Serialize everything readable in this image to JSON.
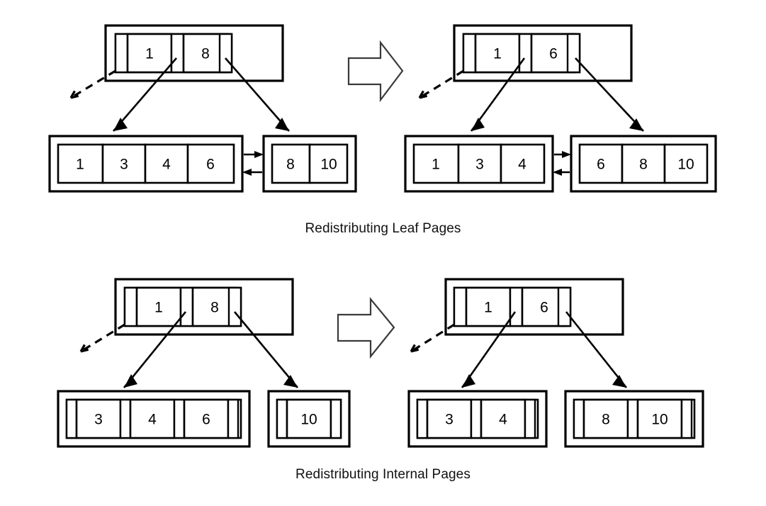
{
  "figure": {
    "kind": "b-plus-tree-redistribution-diagram",
    "panels": [
      {
        "id": "leaf-redistribution",
        "caption": "Redistributing Leaf Pages",
        "before": {
          "root": {
            "keys": [
              "1",
              "8"
            ],
            "pointer_slots": 3
          },
          "leaves": [
            {
              "id": "left-leaf",
              "keys": [
                "1",
                "3",
                "4",
                "6"
              ]
            },
            {
              "id": "right-leaf",
              "keys": [
                "8",
                "10"
              ]
            }
          ],
          "sibling_links": "bidirectional"
        },
        "after": {
          "root": {
            "keys": [
              "1",
              "6"
            ],
            "pointer_slots": 3
          },
          "leaves": [
            {
              "id": "left-leaf",
              "keys": [
                "1",
                "3",
                "4"
              ]
            },
            {
              "id": "right-leaf",
              "keys": [
                "6",
                "8",
                "10"
              ]
            }
          ],
          "sibling_links": "bidirectional"
        }
      },
      {
        "id": "internal-redistribution",
        "caption": "Redistributing Internal Pages",
        "before": {
          "root": {
            "keys": [
              "1",
              "8"
            ],
            "pointer_slots": 3
          },
          "children": [
            {
              "id": "left-internal",
              "keys": [
                "3",
                "4",
                "6"
              ]
            },
            {
              "id": "right-internal",
              "keys": [
                "10"
              ]
            }
          ],
          "sibling_links": "none"
        },
        "after": {
          "root": {
            "keys": [
              "1",
              "6"
            ],
            "pointer_slots": 3
          },
          "children": [
            {
              "id": "left-internal",
              "keys": [
                "3",
                "4"
              ]
            },
            {
              "id": "right-internal",
              "keys": [
                "8",
                "10"
              ]
            }
          ],
          "sibling_links": "none"
        }
      }
    ],
    "transition_arrow": "block-arrow-right",
    "parent_pointer_arrow": "dashed-arrow-down-left",
    "colors": {
      "stroke": "#000000",
      "background": "#ffffff",
      "arrow_outline": "#3a3a3a"
    }
  },
  "captions": {
    "top": "Redistributing Leaf Pages",
    "bottom": "Redistributing Internal Pages"
  }
}
